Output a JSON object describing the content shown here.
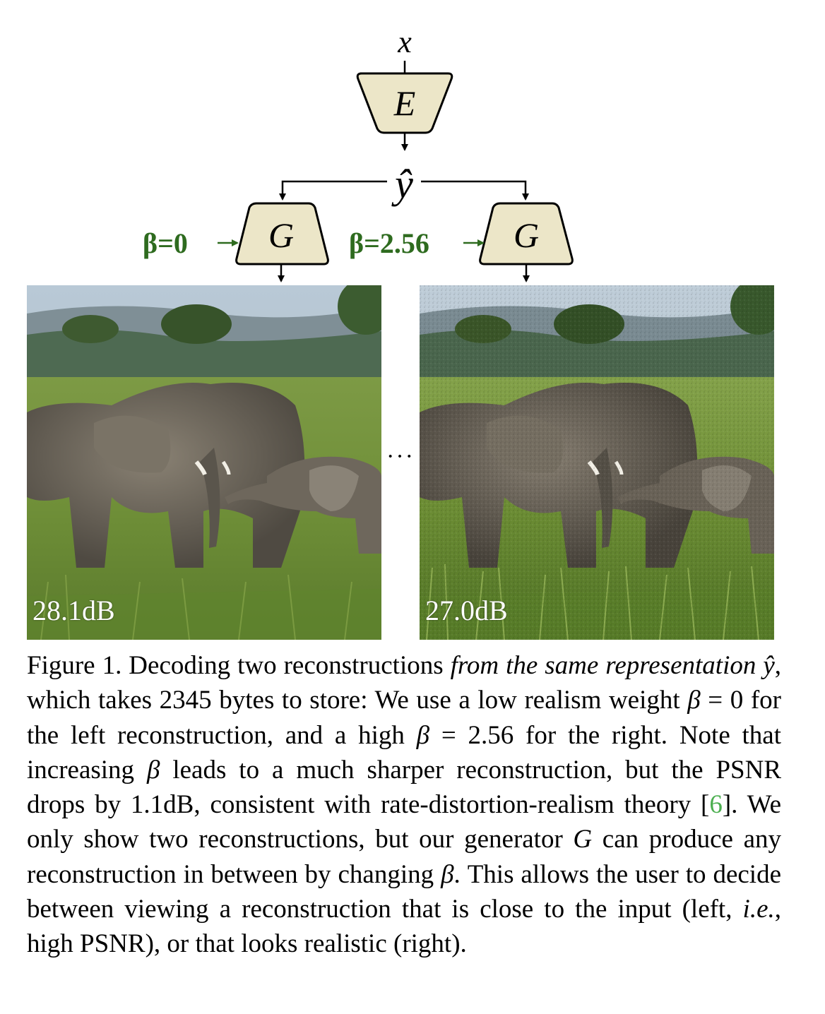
{
  "diagram": {
    "input_var": "x",
    "encoder_label": "E",
    "latent_var": "ŷ",
    "generator_left_label": "G",
    "generator_right_label": "G",
    "beta_left": "β=0",
    "beta_right": "β=2.56"
  },
  "images": {
    "left_psnr": "28.1dB",
    "right_psnr": "27.0dB",
    "ellipsis": "···"
  },
  "caption": {
    "figure_label": "Figure 1.",
    "t1": " Decoding two reconstructions ",
    "t2_italic": "from the same representation ŷ",
    "t3": ", which takes 2345 bytes to store: We use a low realism weight ",
    "beta1": "β",
    "t4": " = 0 for the left reconstruction, and a high ",
    "beta2": "β",
    "t5": " = 2.56 for the right. Note that increasing ",
    "beta3": "β",
    "t6": " leads to a much sharper reconstruction, but the PSNR drops by 1.1dB, consistent with rate-distortion-realism theory [",
    "cite": "6",
    "t7": "]. We only show two reconstructions, but our generator ",
    "g": "G",
    "t8": " can produce any reconstruction in between by changing ",
    "beta4": "β",
    "t9": ". This allows the user to decide between viewing a reconstruction that is close to the input (left, ",
    "ie": "i.e.",
    "t10": ", high PSNR), or that looks realistic (right)."
  },
  "colors": {
    "block_fill": "#ece6c8",
    "beta_green": "#2e6b1f",
    "cite_green": "#4caf50"
  }
}
